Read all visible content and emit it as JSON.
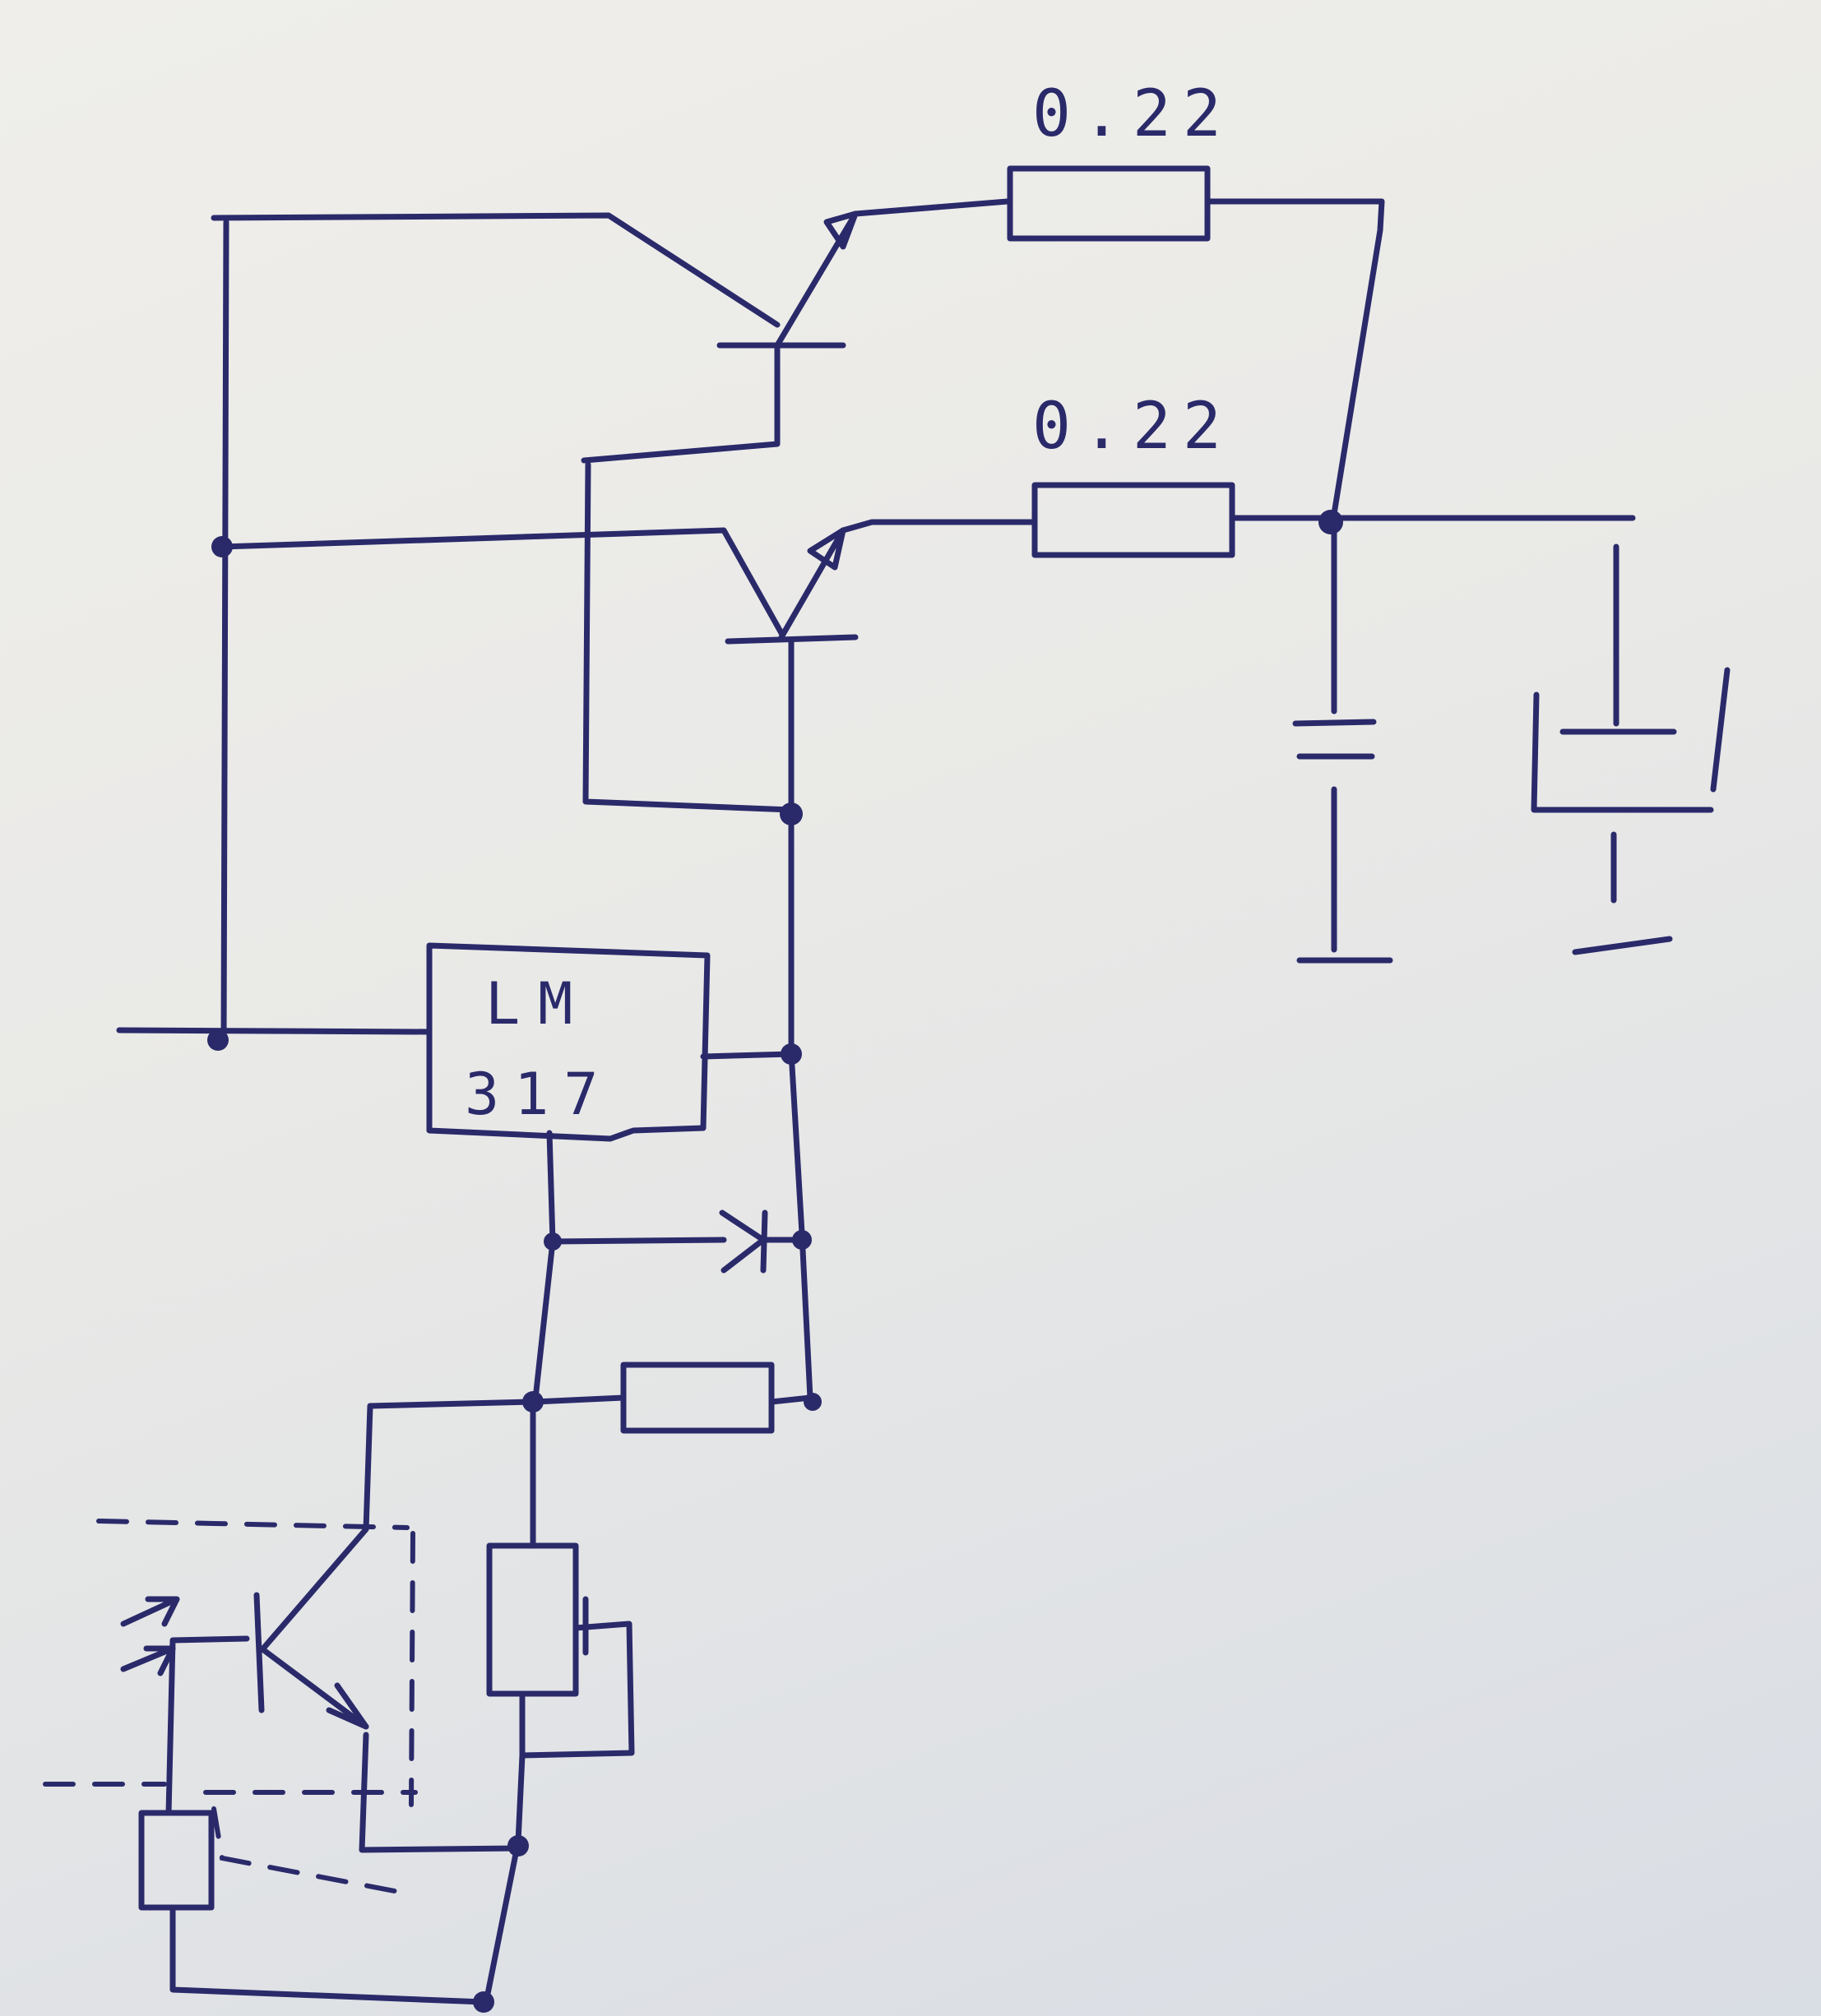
{
  "resistor_top_value": "0.22",
  "resistor_mid_value": "0.22",
  "regulator": {
    "line1": "LM",
    "line2": "317"
  }
}
